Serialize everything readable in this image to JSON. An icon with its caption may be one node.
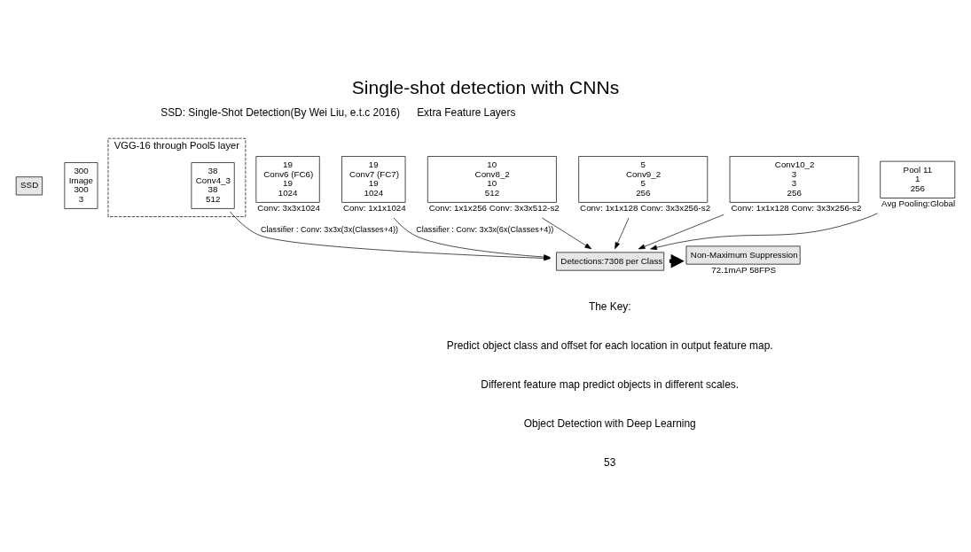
{
  "diagram": {
    "title": "Single-shot detection with CNNs",
    "nodes": [
      {
        "text": [
          "SSD"
        ]
      },
      {
        "text": [
          "300",
          "Image",
          "300",
          "3"
        ]
      },
      {
        "text": [
          "VGG-16 through Pool5 layer"
        ]
      },
      {
        "text": [
          "38",
          "Conv4_3",
          "38",
          "512"
        ],
        "in": 2
      },
      {
        "text": [
          "19",
          "Conv6 (FC6)",
          "19",
          "1024"
        ],
        "beside": [
          "Conv: 3x3x1024"
        ]
      },
      {
        "text": [
          "19",
          "Conv7 (FC7)",
          "19",
          "1024"
        ],
        "beside": [
          "Conv: 1x1x1024"
        ]
      },
      {
        "text": [
          "10",
          "Conv8_2",
          "10",
          "512"
        ],
        "beside": [
          "Conv: 1x1x256 Conv: 3x3x512-s2"
        ]
      },
      {
        "text": [
          "5",
          "Conv9_2",
          "5",
          "256"
        ],
        "beside": [
          "Conv: 1x1x128 Conv: 3x3x256-s2"
        ]
      },
      {
        "text": [
          "Conv10_2",
          "3",
          "3",
          "256"
        ],
        "beside": [
          "Conv: 1x1x128 Conv: 3x3x256-s2"
        ]
      },
      {
        "text": [
          "Pool 11",
          "1",
          "256"
        ],
        "beside": [
          "Avg Pooling:Global"
        ]
      },
      {
        "text": [
          "Detections:7308 per Class"
        ]
      },
      {
        "text": [
          "Non-Maximum Suppression"
        ],
        "beside": [
          "72.1mAP 58FPS"
        ]
      }
    ],
    "edges": [
      {
        "from": 3,
        "to": 10,
        "arrow": "to",
        "label": "Classifier : Conv: 3x3x(3x(Classes+4))"
      },
      {
        "from": 5,
        "to": 10,
        "arrow": "to",
        "label": "Classifier : Conv: 3x3x(6x(Classes+4))"
      },
      {
        "from": 6,
        "to": 10,
        "arrow": "to"
      },
      {
        "from": 7,
        "to": 10,
        "arrow": "to"
      },
      {
        "from": 8,
        "to": 10,
        "arrow": "to"
      },
      {
        "from": 9,
        "to": 10,
        "arrow": "to"
      },
      {
        "from": 10,
        "to": 11,
        "arrow": "to",
        "style": "thick"
      }
    ],
    "labels": [
      "SSD: Single-Shot Detection(By Wei Liu, e.t.c 2016)",
      "Extra Feature Layers",
      "The Key:",
      "Predict object class and offset for each location in output feature map.",
      "Different feature map predict objects in different scales.",
      "Object Detection with Deep Learning",
      "53"
    ]
  }
}
